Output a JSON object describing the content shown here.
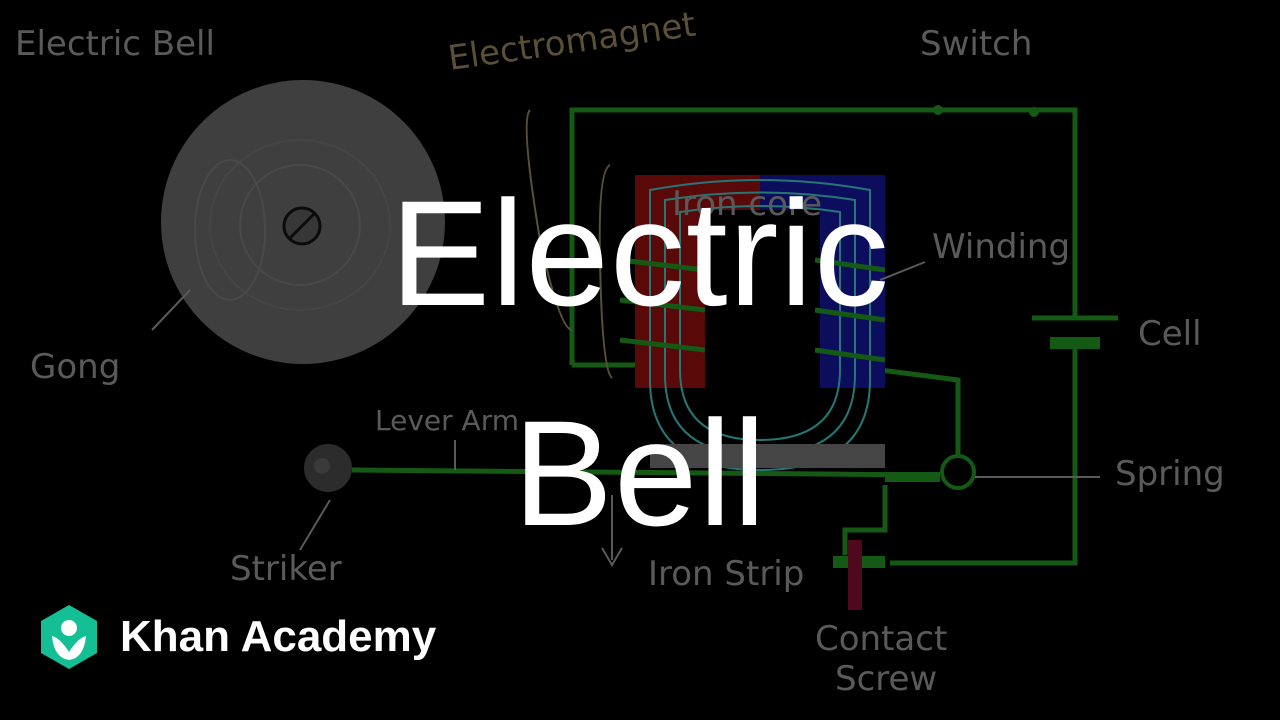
{
  "title": {
    "line1": "Electric",
    "line2": "Bell"
  },
  "labels": {
    "diagram_title": "Electric Bell",
    "electromagnet": "Electromagnet",
    "switch": "Switch",
    "iron_core": "Iron core",
    "winding": "Winding",
    "cell": "Cell",
    "gong": "Gong",
    "lever_arm": "Lever Arm",
    "spring": "Spring",
    "striker": "Striker",
    "iron_strip": "Iron Strip",
    "contact_screw_1": "Contact",
    "contact_screw_2": "Screw"
  },
  "brand": {
    "name": "Khan Academy",
    "color": "#14bf96"
  },
  "colors": {
    "wire": "#1f8a1f",
    "core_red": "#a01010",
    "core_blue": "#1818a8",
    "coil": "#3bb5b5",
    "gong": "#666666",
    "text": "#8a8a8a",
    "screw": "#a01040"
  }
}
